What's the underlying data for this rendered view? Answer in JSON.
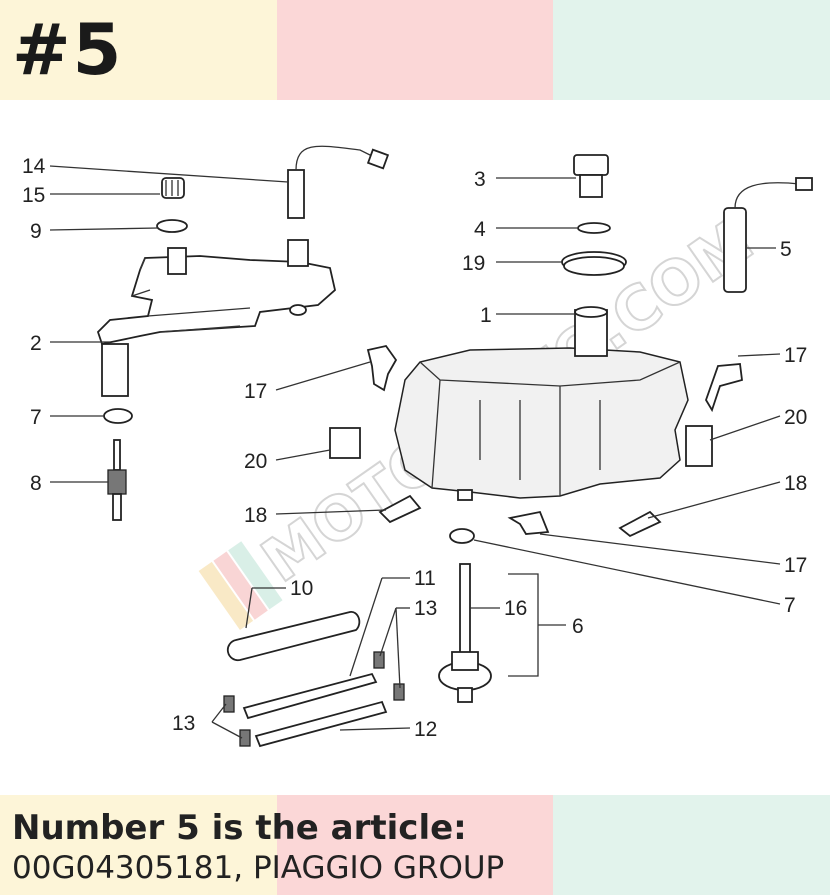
{
  "badge": "#5",
  "caption": {
    "line1": "Number 5 is the article:",
    "line2": "00G04305181, PIAGGIO GROUP"
  },
  "watermark": "MOTOMOTO.COM",
  "colors": {
    "yellow": "#fdf5d8",
    "pink": "#fbd7d7",
    "mint": "#e2f3ec"
  },
  "callouts": [
    "14",
    "15",
    "9",
    "2",
    "7",
    "8",
    "3",
    "4",
    "19",
    "1",
    "5",
    "17",
    "20",
    "18",
    "17",
    "20",
    "18",
    "17",
    "7",
    "10",
    "11",
    "13",
    "16",
    "6",
    "13",
    "12"
  ]
}
